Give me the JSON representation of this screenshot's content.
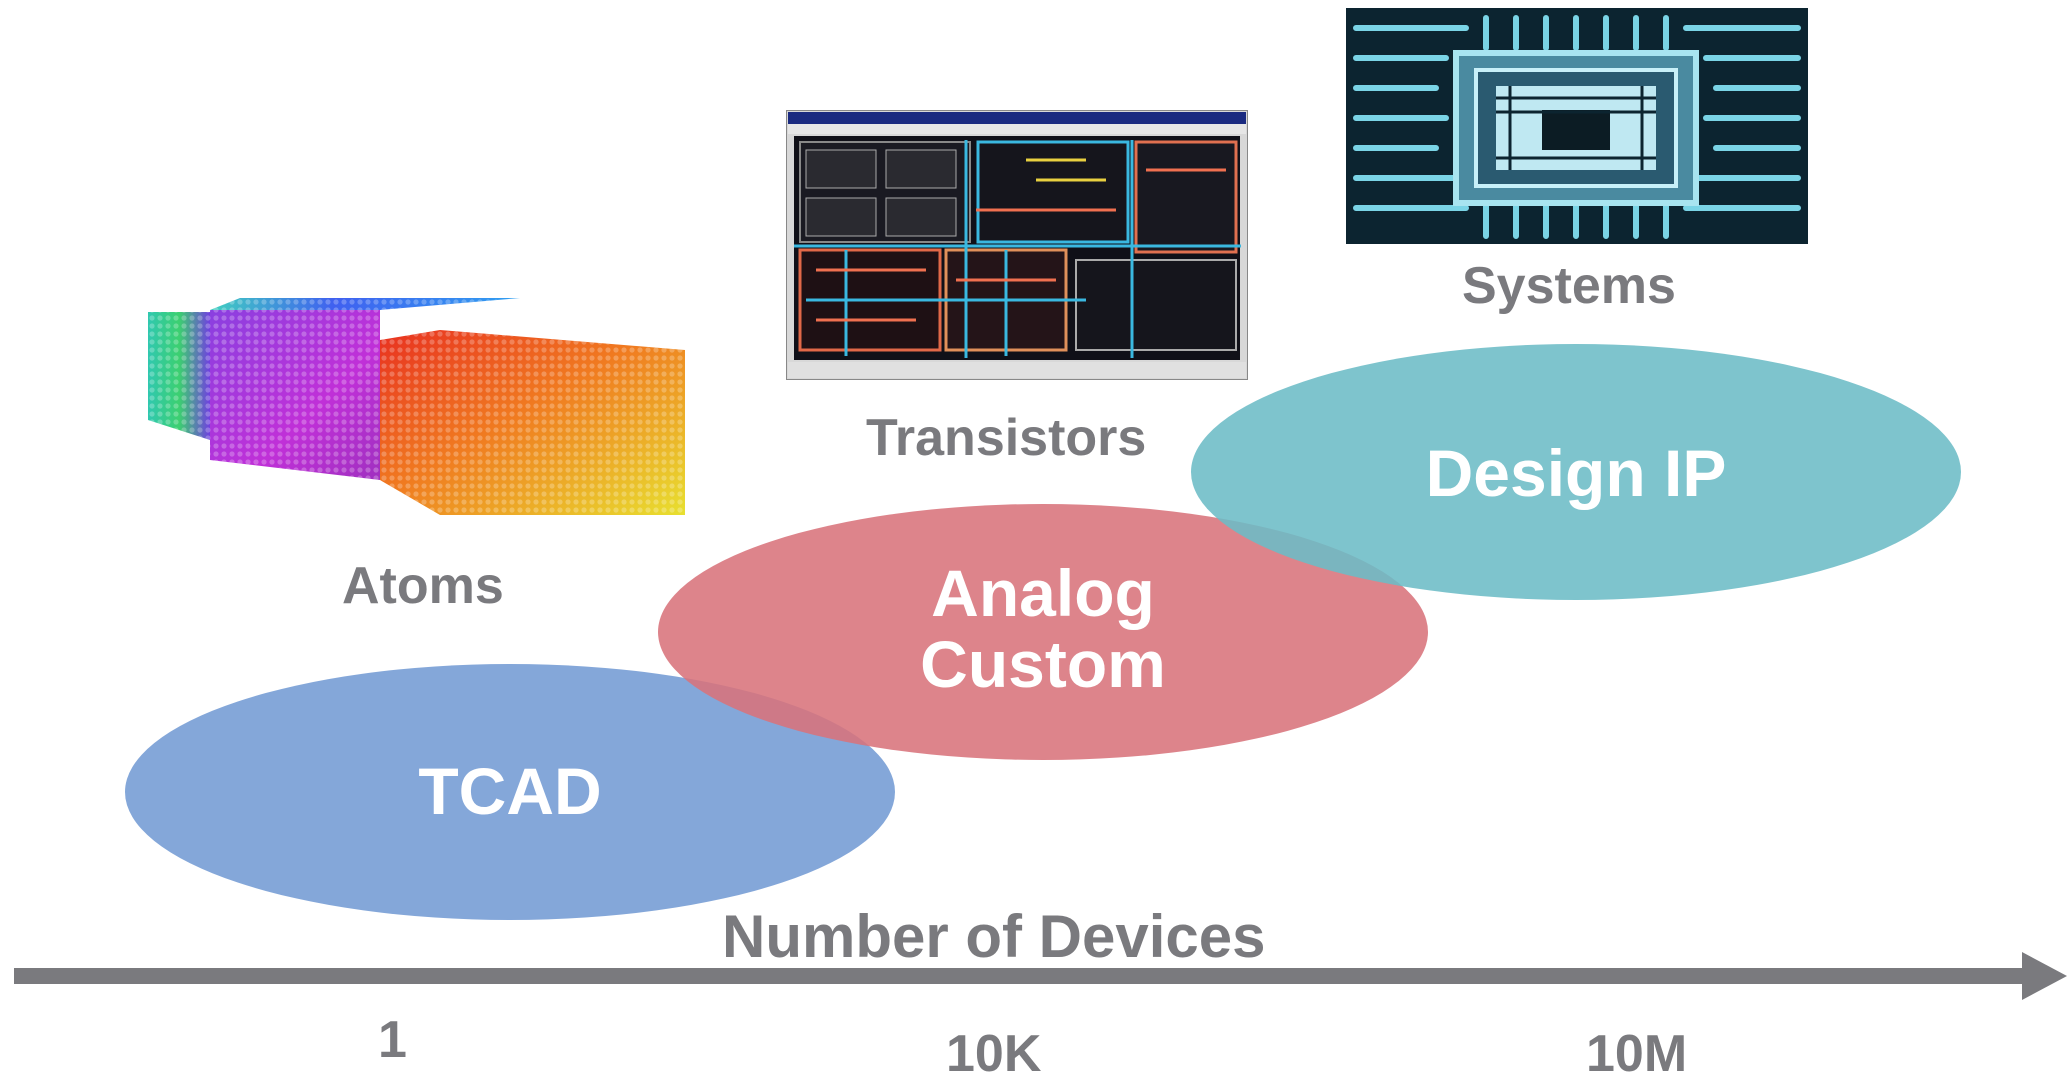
{
  "axis": {
    "title": "Number of Devices",
    "ticks": [
      "1",
      "10K",
      "10M"
    ]
  },
  "categories": {
    "atoms": "Atoms",
    "transistors": "Transistors",
    "systems": "Systems"
  },
  "ellipses": {
    "tcad": {
      "label": "TCAD",
      "color": "#7a9fd6"
    },
    "analog_custom": {
      "line1": "Analog",
      "line2": "Custom",
      "color": "#d8737b"
    },
    "design_ip": {
      "label": "Design IP",
      "color": "#6cbcc6"
    }
  },
  "colors": {
    "label_gray": "#7a7a7e",
    "axis_gray": "#7a7a7e"
  },
  "icons": [
    "atom-lattice-image",
    "layout-editor-screenshot",
    "chip-image"
  ]
}
